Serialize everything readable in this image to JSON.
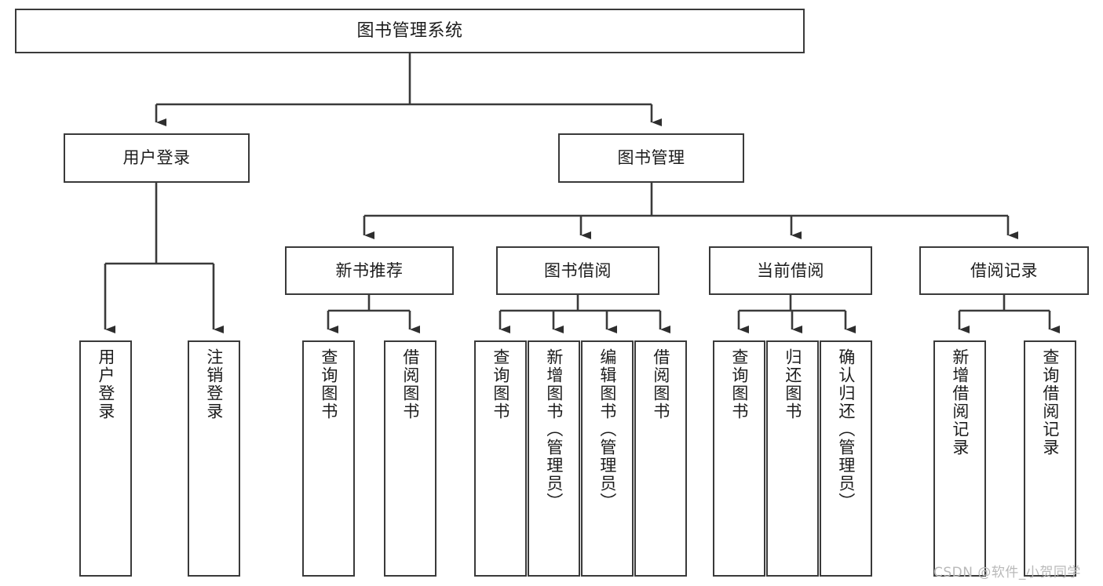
{
  "diagram": {
    "title_node": {
      "label": "图书管理系统"
    },
    "level2": [
      {
        "label": "用户登录"
      },
      {
        "label": "图书管理"
      }
    ],
    "level3": [
      {
        "label": "新书推荐"
      },
      {
        "label": "图书借阅"
      },
      {
        "label": "当前借阅"
      },
      {
        "label": "借阅记录"
      }
    ],
    "leaves": {
      "user_login": [
        {
          "label": "用户登录"
        },
        {
          "label": "注销登录"
        }
      ],
      "new_book": [
        {
          "label": "查询图书"
        },
        {
          "label": "借阅图书"
        }
      ],
      "book_borrow": [
        {
          "label": "查询图书"
        },
        {
          "label": "新增图书（管理员）"
        },
        {
          "label": "编辑图书（管理员）"
        },
        {
          "label": "借阅图书"
        }
      ],
      "current_borrow": [
        {
          "label": "查询图书"
        },
        {
          "label": "归还图书"
        },
        {
          "label": "确认归还（管理员）"
        }
      ],
      "borrow_record": [
        {
          "label": "新增借阅记录"
        },
        {
          "label": "查询借阅记录"
        }
      ]
    }
  },
  "watermark": {
    "text": "CSDN @软件_小贺同学"
  },
  "colors": {
    "stroke": "#3a3a3a",
    "fill": "#ffffff",
    "text": "#1c1c1c",
    "watermark": "#b9b9b9"
  }
}
